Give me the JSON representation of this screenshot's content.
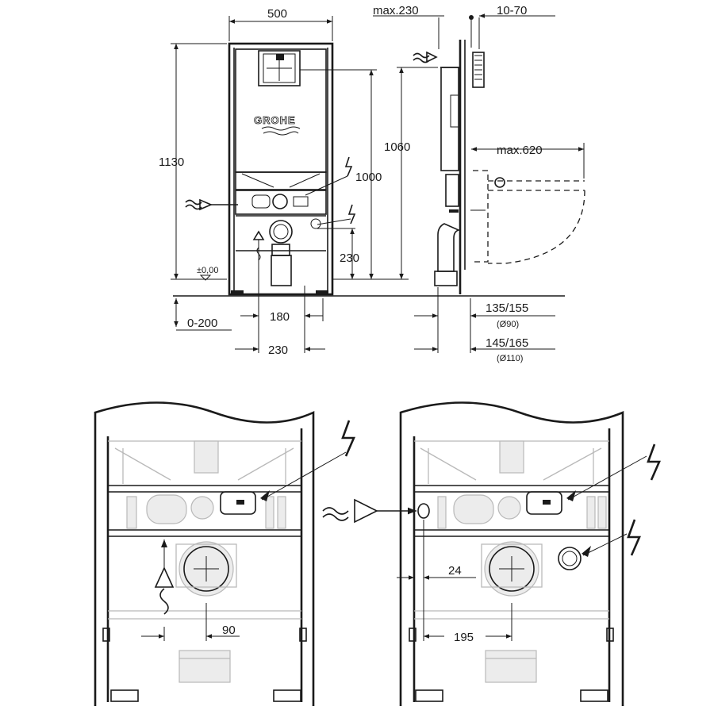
{
  "brand": {
    "logo_text": "GROHE"
  },
  "front_view": {
    "width": "500",
    "height_total": "1130",
    "height_1000": "1000",
    "height_230": "230",
    "floor_zero": "±0,00",
    "floor_range": "0-200",
    "spacing_180": "180",
    "spacing_230": "230"
  },
  "side_view": {
    "max_230": "max.230",
    "range_10_70": "10-70",
    "height_1060": "1060",
    "max_620": "max.620",
    "depth_90": "135/155",
    "depth_90_note": "(Ø90)",
    "depth_110": "145/165",
    "depth_110_note": "(Ø110)"
  },
  "detail_left": {
    "offset_90": "90"
  },
  "detail_right": {
    "offset_24": "24",
    "offset_195": "195"
  },
  "icons": [
    "water-inlet-icon",
    "electrical-lightning-icon",
    "flush-plate-icon",
    "drain-pipe-icon"
  ]
}
